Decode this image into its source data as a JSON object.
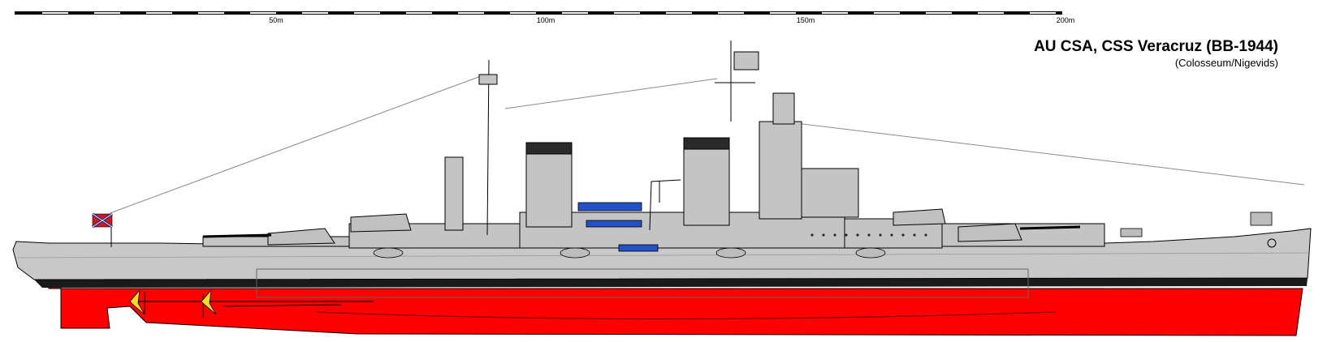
{
  "title": "AU CSA, CSS Veracruz (BB-1944)",
  "subtitle": "(Colosseum/Nigevids)",
  "scale_bar": {
    "labels": [
      "50m",
      "100m",
      "150m",
      "200m"
    ]
  },
  "colors": {
    "hull_upper": "#c8c8c8",
    "hull_lower": "#ff0000",
    "boot_topping": "#1a1a1a",
    "outline": "#000000",
    "superstructure": "#c4c4c4",
    "funnel_cap": "#2a2a2a",
    "boat_blue": "#2450c8",
    "propeller": "#f0e020",
    "flag_red": "#d01818",
    "flag_cross": "#1a2a9a",
    "rigging": "#8a8a8a"
  },
  "icons": {
    "flag": "confederate-naval-jack-icon",
    "propeller": "propeller-icon",
    "anchor": "anchor-icon"
  }
}
